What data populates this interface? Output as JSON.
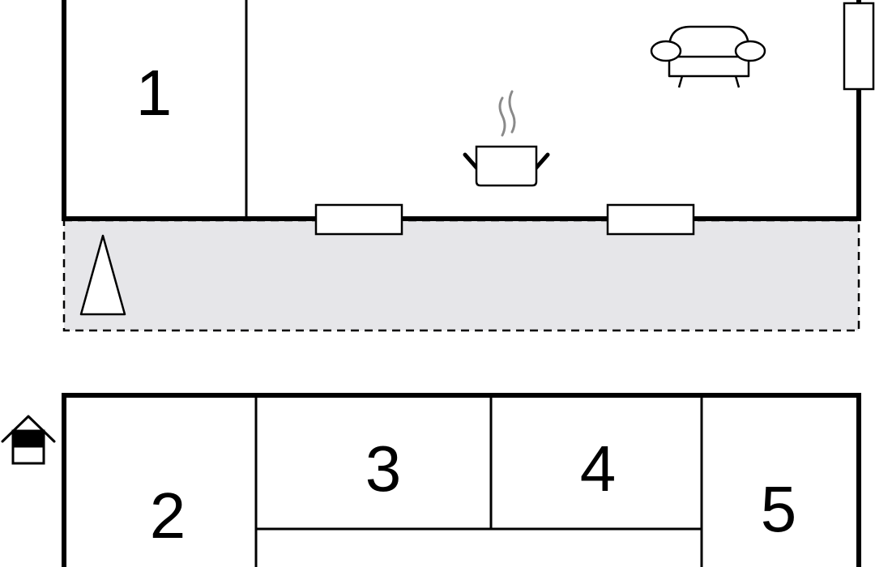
{
  "rooms": {
    "room_1": {
      "label": "1"
    },
    "room_2": {
      "label": "2"
    },
    "room_3": {
      "label": "3"
    },
    "room_4": {
      "label": "4"
    },
    "room_5": {
      "label": "5"
    }
  },
  "icons": {
    "living_area": "sofa-icon",
    "kitchen": "cooking-pot-icon",
    "terrace": "parasol-icon",
    "entrance": "house-entrance-icon"
  },
  "colors": {
    "wall": "#000000",
    "terrace_fill": "#e6e6e9",
    "steam": "#8a8a8a",
    "background": "#ffffff"
  }
}
